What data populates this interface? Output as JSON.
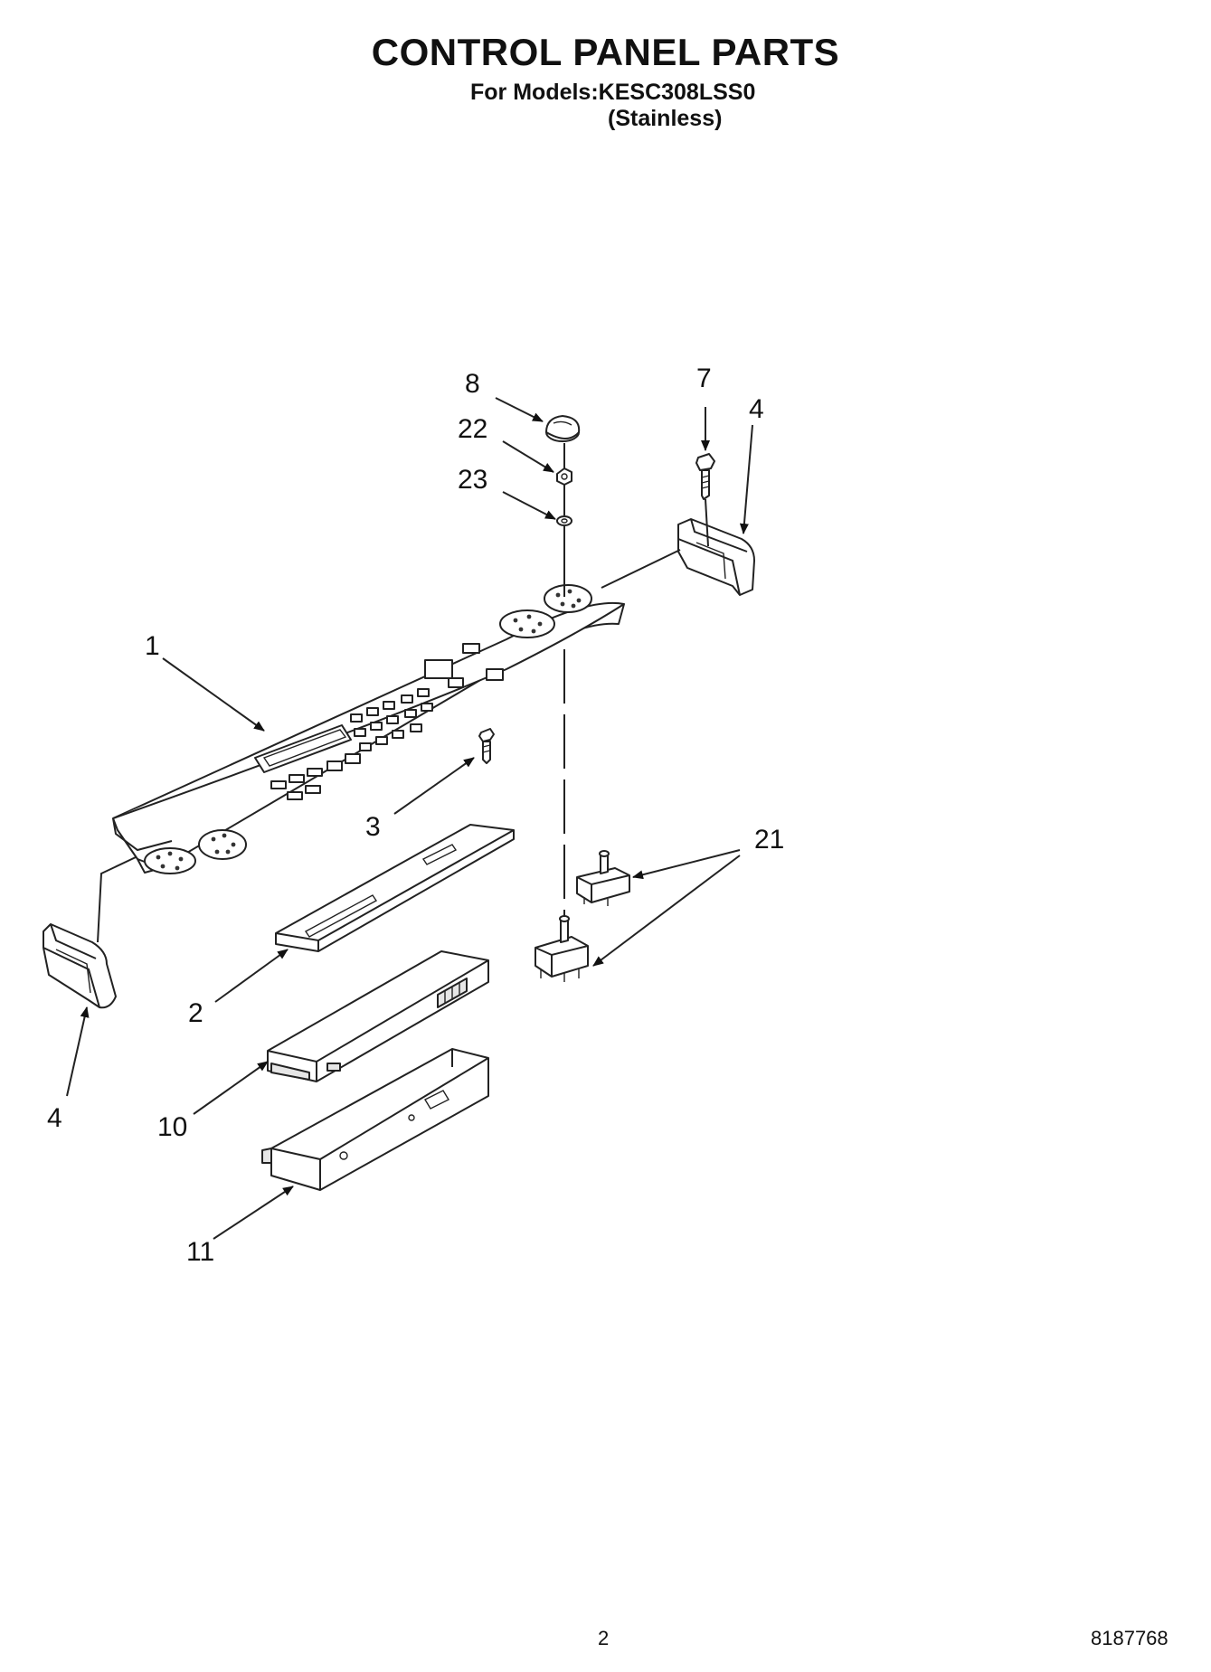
{
  "header": {
    "title": "CONTROL PANEL PARTS",
    "models_line": "For Models:KESC308LSS0",
    "variant_line": "(Stainless)"
  },
  "footer": {
    "page_number": "2",
    "document_number": "8187768"
  },
  "callouts": {
    "c1": "1",
    "c2": "2",
    "c3": "3",
    "c4_right": "4",
    "c4_left": "4",
    "c7": "7",
    "c8": "8",
    "c10": "10",
    "c11": "11",
    "c21": "21",
    "c22": "22",
    "c23": "23"
  }
}
